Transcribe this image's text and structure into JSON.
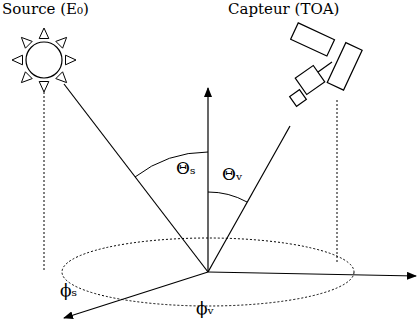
{
  "diagram": {
    "labels": [
      "Source (E₀)",
      "Capteur (TOA)",
      "Θₛ",
      "Θᵥ",
      "ϕₛ",
      "ϕᵥ"
    ]
  }
}
